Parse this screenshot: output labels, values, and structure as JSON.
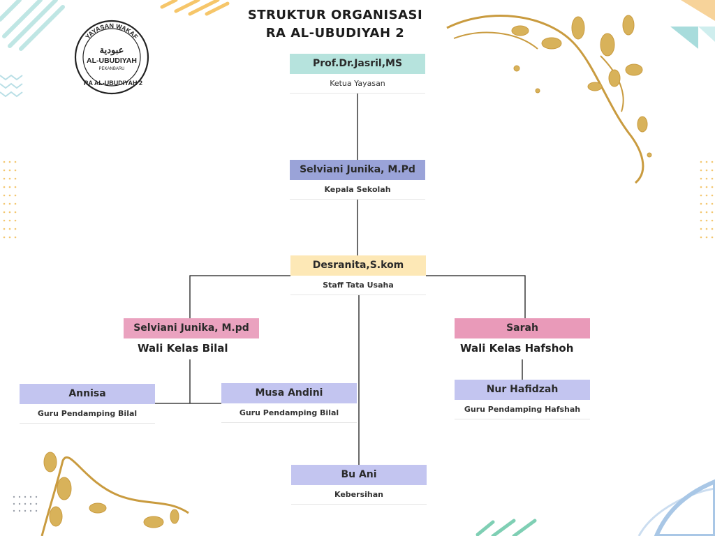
{
  "header": {
    "title_line1": "STRUKTUR ORGANISASI",
    "title_line2": "RA AL-UBUDIYAH 2"
  },
  "logo": {
    "top_text": "YAYASAN WAKAF",
    "center_text": "AL-UBUDIYAH",
    "sub_text": "PEKANBARU",
    "bottom_text": "RA AL-UBUDIYAH 2"
  },
  "nodes": {
    "ketua": {
      "name": "Prof.Dr.Jasril,MS",
      "role": "Ketua Yayasan",
      "color": "#b6e3dd"
    },
    "kepala": {
      "name": "Selviani Junika, M.Pd",
      "role": "Kepala Sekolah",
      "color": "#9aa3d8"
    },
    "tu": {
      "name": "Desranita,S.kom",
      "role": "Staff Tata Usaha",
      "color": "#fde8b6"
    },
    "bilal": {
      "name": "Selviani Junika, M.pd",
      "role": "Wali Kelas Bilal",
      "color": "#eaa2bf"
    },
    "hafshoh": {
      "name": "Sarah",
      "role": "Wali Kelas Hafshoh",
      "color": "#e99ab9"
    },
    "annisa": {
      "name": "Annisa",
      "role": "Guru Pendamping Bilal",
      "color": "#c3c5f0"
    },
    "musa": {
      "name": "Musa Andini",
      "role": "Guru Pendamping Bilal",
      "color": "#c3c5f0"
    },
    "nur": {
      "name": "Nur Hafidzah",
      "role": "Guru Pendamping Hafshah",
      "color": "#c3c5f0"
    },
    "ani": {
      "name": "Bu Ani",
      "role": "Kebersihan",
      "color": "#c3c5f0"
    }
  },
  "decor": {
    "gold": "#d8b25a",
    "teal": "#a8dcdc",
    "blue": "#a9c7e6",
    "orange": "#f6c66a",
    "line": "#1a1a1a"
  }
}
